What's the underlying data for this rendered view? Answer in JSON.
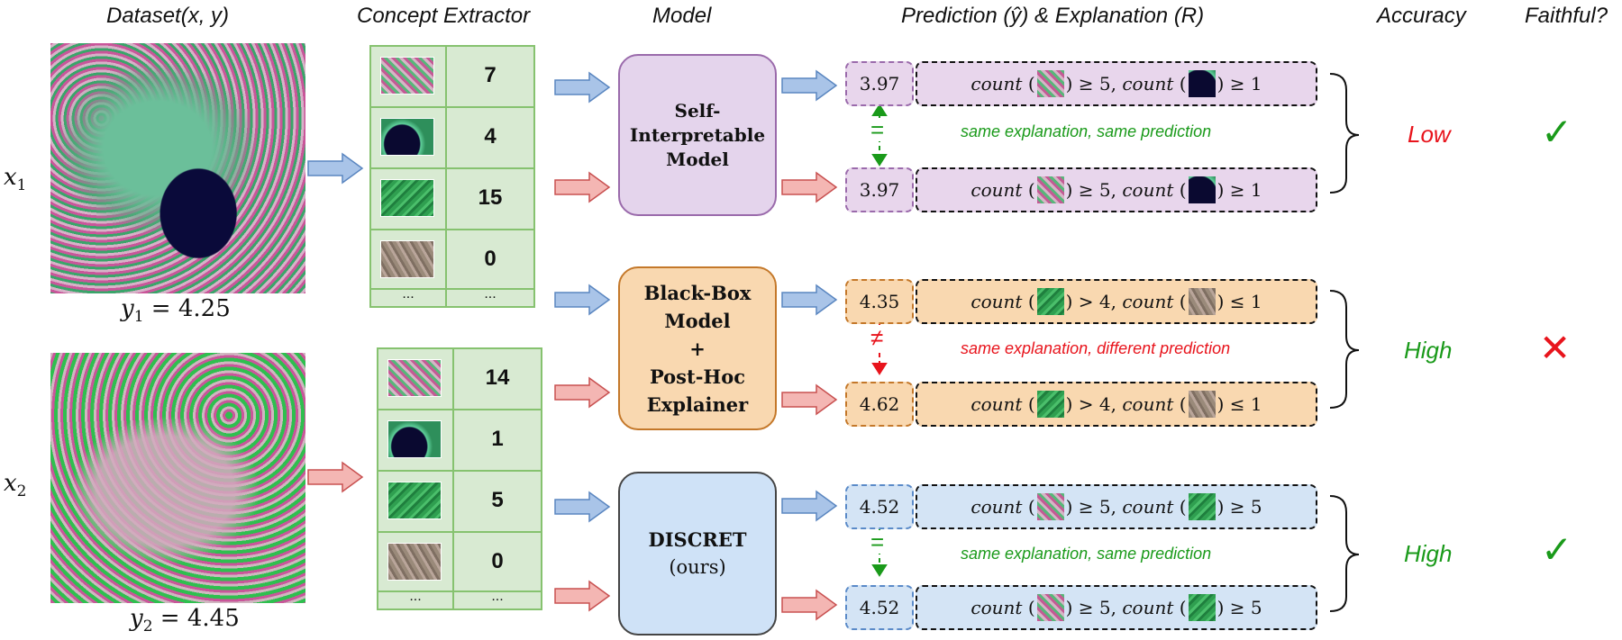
{
  "headers": {
    "dataset": "Dataset(x, y)",
    "concept_extractor": "Concept Extractor",
    "model": "Model",
    "prediction": "Prediction (ŷ) & Explanation (R)",
    "accuracy": "Accuracy",
    "faithful": "Faithful?"
  },
  "samples": [
    {
      "x_label": "x",
      "x_sub": "1",
      "y_label": "y",
      "y_sub": "1",
      "y_value": "= 4.25"
    },
    {
      "x_label": "x",
      "x_sub": "2",
      "y_label": "y",
      "y_sub": "2",
      "y_value": "= 4.45"
    }
  ],
  "concepts": {
    "table1": [
      "7",
      "4",
      "15",
      "0"
    ],
    "table2": [
      "14",
      "1",
      "5",
      "0"
    ],
    "ellipsis": "..."
  },
  "models": {
    "self_interpretable": [
      "Self-",
      "Interpretable",
      "Model"
    ],
    "black_box": [
      "Black-Box",
      "Model",
      "+",
      "Post-Hoc",
      "Explainer"
    ],
    "discret": [
      "DISCRET",
      "(ours)"
    ]
  },
  "rows": {
    "r1": {
      "pred1": "3.97",
      "pred2": "3.97",
      "count_word": "count",
      "op1": "≥ 5,",
      "op2": "≥ 1",
      "symbol": "=",
      "note": "same explanation, same prediction",
      "accuracy": "Low",
      "faithful": "✓"
    },
    "r2": {
      "pred1": "4.35",
      "pred2": "4.62",
      "count_word": "count",
      "op1": "> 4,",
      "op2": "≤ 1",
      "symbol": "≠",
      "note": "same explanation, different prediction",
      "accuracy": "High",
      "faithful": "✕"
    },
    "r3": {
      "pred1": "4.52",
      "pred2": "4.52",
      "count_word": "count",
      "op1": "≥ 5,",
      "op2": "≥ 5",
      "symbol": "=",
      "note": "same explanation, same prediction",
      "accuracy": "High",
      "faithful": "✓"
    }
  },
  "colors": {
    "blue_arrow": "#a9c4e8",
    "red_arrow": "#f4b6b3",
    "green": "#1a9a1a",
    "red": "#e8141c"
  }
}
